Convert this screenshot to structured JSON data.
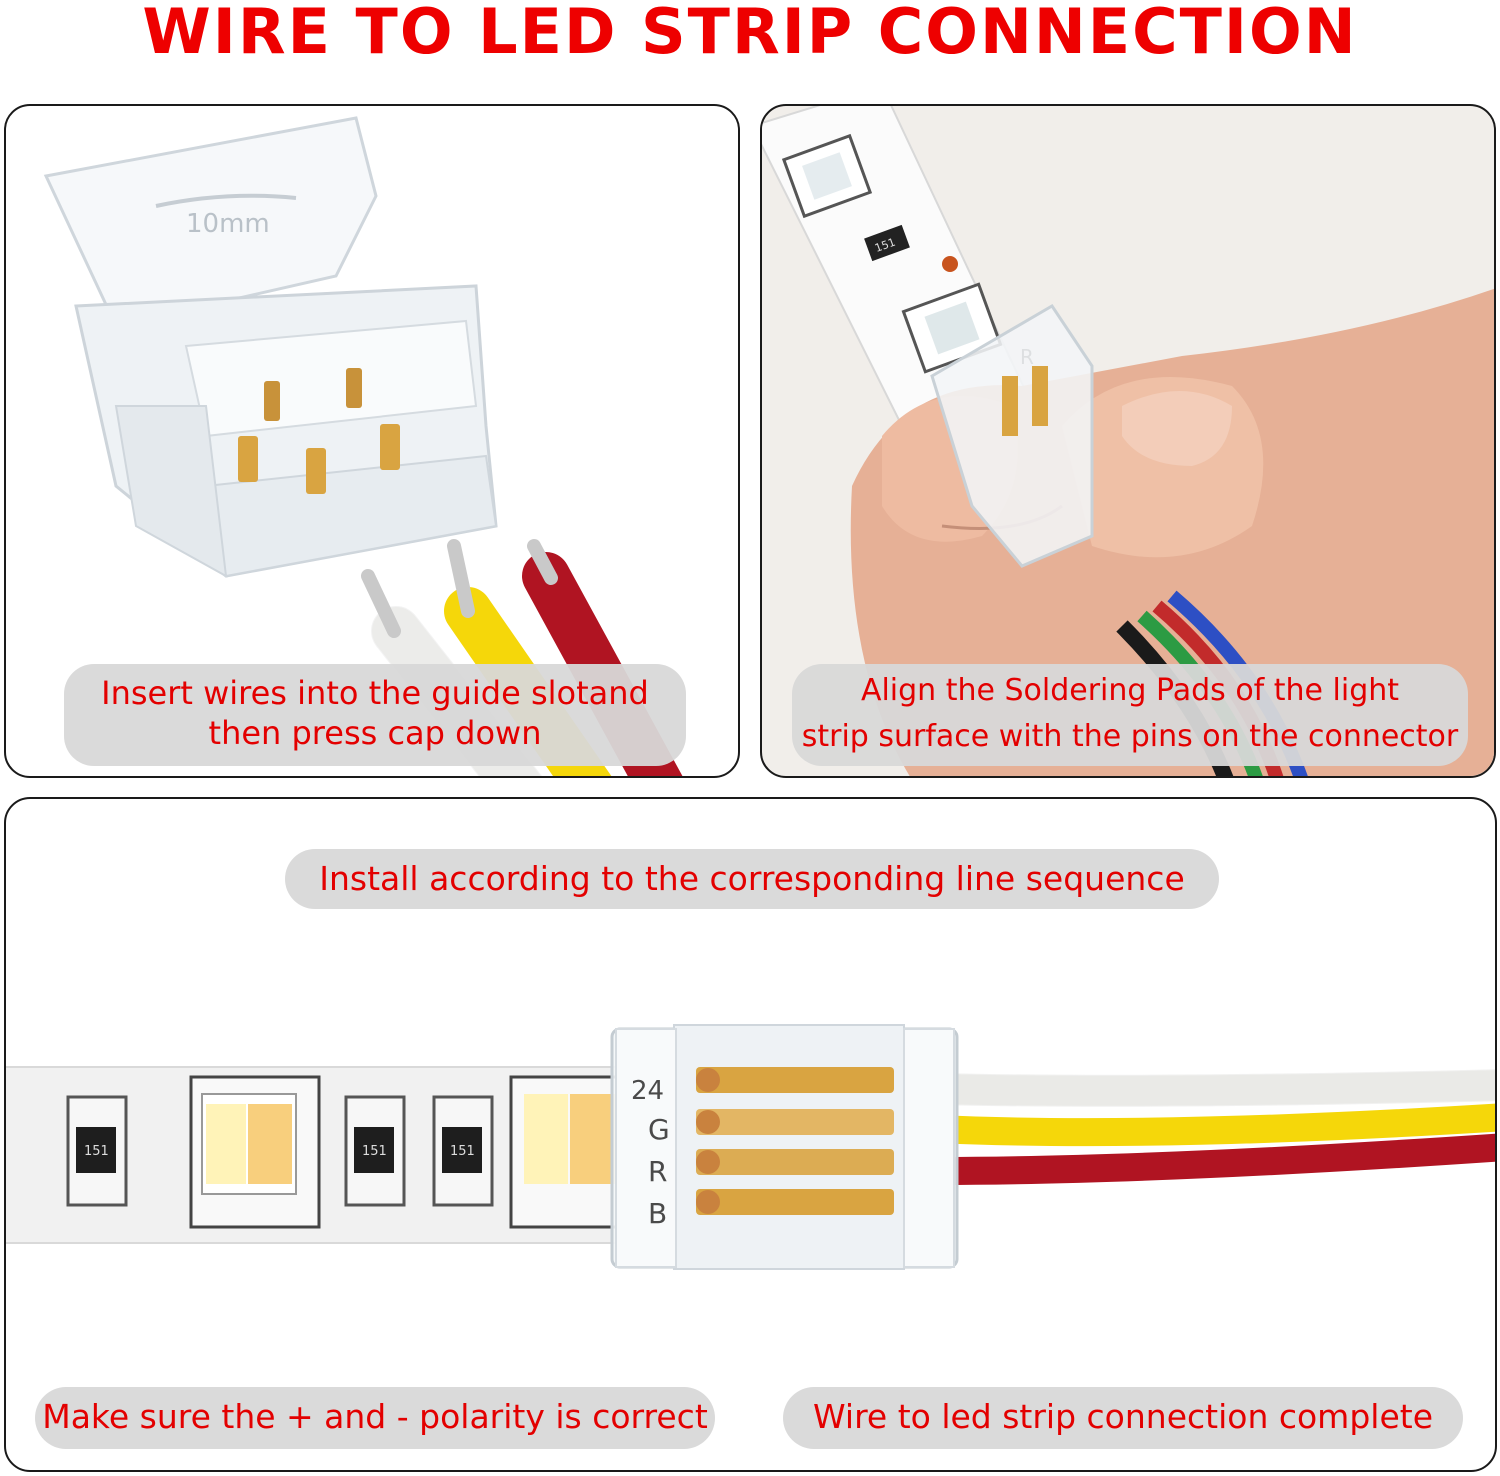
{
  "header": {
    "title": "WIRE TO LED STRIP CONNECTION"
  },
  "panels": {
    "connector_open": {
      "caption_line1": "Insert wires into the guide slotand",
      "caption_line2": "then press cap down",
      "connector_mark": "10mm"
    },
    "align_pads": {
      "caption_line1": "Align the Soldering Pads of the light",
      "caption_line2": "strip surface with the pins on the connector",
      "pad_label": "R",
      "resistor_label": "151"
    },
    "installed": {
      "top_caption": "Install according to the corresponding line sequence",
      "left_caption": "Make sure the + and - polarity is correct",
      "right_caption": "Wire to led strip connection complete",
      "resistor_label": "151",
      "pad_labels": [
        "24",
        "G",
        "R",
        "B"
      ]
    }
  },
  "colors": {
    "title_red": "#ee0000",
    "caption_red": "#e30000",
    "caption_bg": "#d8d8d8",
    "wire_white": "#f4f4f2",
    "wire_yellow": "#f5d70a",
    "wire_red": "#b01422",
    "gold_pin": "#d9a441"
  }
}
